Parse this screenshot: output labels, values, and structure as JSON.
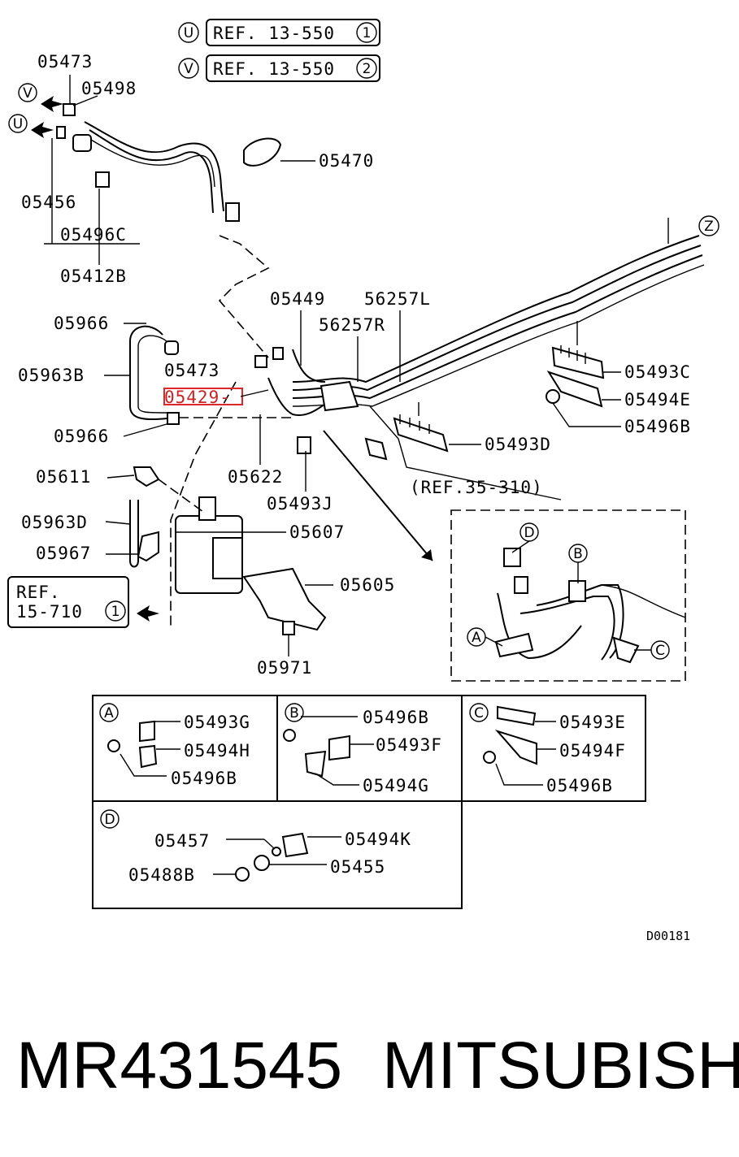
{
  "refs_top": {
    "u": {
      "marker": "U",
      "text": "REF. 13-550",
      "circ": "1"
    },
    "v": {
      "marker": "V",
      "text": "REF. 13-550",
      "circ": "2"
    }
  },
  "markers": {
    "u": "U",
    "v": "V",
    "z": "Z",
    "a": "A",
    "b": "B",
    "c": "C",
    "d": "D"
  },
  "labels": {
    "p05473_top": "05473",
    "p05498": "05498",
    "p05470": "05470",
    "p05456": "05456",
    "p05496C": "05496C",
    "p05412B": "05412B",
    "p05449": "05449",
    "p56257L": "56257L",
    "p56257R": "56257R",
    "p05966_top": "05966",
    "p05963B": "05963B",
    "p05473_mid": "05473",
    "p05429": "05429-",
    "p05966_bot": "05966",
    "p05622": "05622",
    "p05493J": "05493J",
    "p05611": "05611",
    "p05963D": "05963D",
    "p05607": "05607",
    "p05967": "05967",
    "p05605": "05605",
    "p05971": "05971",
    "p05493C": "05493C",
    "p05494E": "05494E",
    "p05496B_main": "05496B",
    "p05493D": "05493D",
    "ref35": "(REF.35-310)",
    "ref15_line1": "REF.",
    "ref15_line2": "15-710",
    "ref15_circ": "1"
  },
  "detail_a": {
    "label": "A",
    "parts": [
      "05493G",
      "05494H",
      "05496B"
    ]
  },
  "detail_b": {
    "label": "B",
    "parts": [
      "05496B",
      "05493F",
      "05494G"
    ]
  },
  "detail_c": {
    "label": "C",
    "parts": [
      "05493E",
      "05494F",
      "05496B"
    ]
  },
  "detail_d": {
    "label": "D",
    "parts": [
      "05457",
      "05494K",
      "05488B",
      "05455"
    ]
  },
  "diagram_code": "D00181",
  "caption": {
    "part_number": "MR431545",
    "brand": "MITSUBISHI"
  }
}
